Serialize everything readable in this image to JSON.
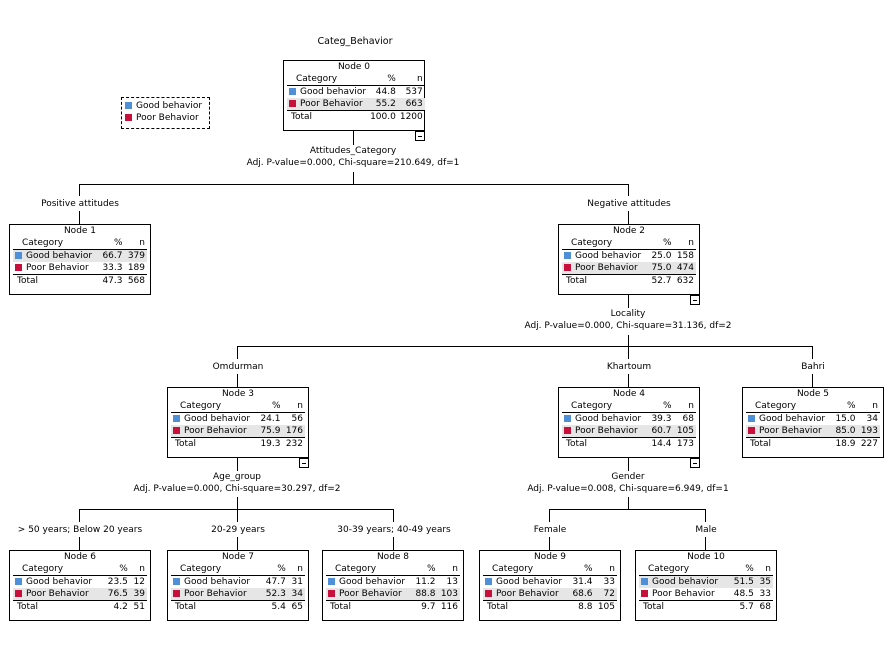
{
  "title": "Categ_Behavior",
  "colors": {
    "good": "#4f8fd8",
    "poor": "#c8103c"
  },
  "legend": [
    {
      "label": "Good behavior",
      "color": "#4f8fd8"
    },
    {
      "label": "Poor Behavior",
      "color": "#c8103c"
    }
  ],
  "headers": {
    "category": "Category",
    "pct": "%",
    "n": "n"
  },
  "nodes": [
    {
      "title": "Node 0",
      "good": {
        "label": "Good behavior",
        "pct": "44.8",
        "n": "537"
      },
      "poor": {
        "label": "Poor Behavior",
        "pct": "55.2",
        "n": "663"
      },
      "total": {
        "label": "Total",
        "pct": "100.0",
        "n": "1200"
      }
    },
    {
      "title": "Node 1",
      "good": {
        "label": "Good behavior",
        "pct": "66.7",
        "n": "379"
      },
      "poor": {
        "label": "Poor Behavior",
        "pct": "33.3",
        "n": "189"
      },
      "total": {
        "label": "Total",
        "pct": "47.3",
        "n": "568"
      }
    },
    {
      "title": "Node 2",
      "good": {
        "label": "Good behavior",
        "pct": "25.0",
        "n": "158"
      },
      "poor": {
        "label": "Poor Behavior",
        "pct": "75.0",
        "n": "474"
      },
      "total": {
        "label": "Total",
        "pct": "52.7",
        "n": "632"
      }
    },
    {
      "title": "Node 3",
      "good": {
        "label": "Good behavior",
        "pct": "24.1",
        "n": "56"
      },
      "poor": {
        "label": "Poor Behavior",
        "pct": "75.9",
        "n": "176"
      },
      "total": {
        "label": "Total",
        "pct": "19.3",
        "n": "232"
      }
    },
    {
      "title": "Node 4",
      "good": {
        "label": "Good behavior",
        "pct": "39.3",
        "n": "68"
      },
      "poor": {
        "label": "Poor Behavior",
        "pct": "60.7",
        "n": "105"
      },
      "total": {
        "label": "Total",
        "pct": "14.4",
        "n": "173"
      }
    },
    {
      "title": "Node 5",
      "good": {
        "label": "Good behavior",
        "pct": "15.0",
        "n": "34"
      },
      "poor": {
        "label": "Poor Behavior",
        "pct": "85.0",
        "n": "193"
      },
      "total": {
        "label": "Total",
        "pct": "18.9",
        "n": "227"
      }
    },
    {
      "title": "Node 6",
      "good": {
        "label": "Good behavior",
        "pct": "23.5",
        "n": "12"
      },
      "poor": {
        "label": "Poor Behavior",
        "pct": "76.5",
        "n": "39"
      },
      "total": {
        "label": "Total",
        "pct": "4.2",
        "n": "51"
      }
    },
    {
      "title": "Node 7",
      "good": {
        "label": "Good behavior",
        "pct": "47.7",
        "n": "31"
      },
      "poor": {
        "label": "Poor Behavior",
        "pct": "52.3",
        "n": "34"
      },
      "total": {
        "label": "Total",
        "pct": "5.4",
        "n": "65"
      }
    },
    {
      "title": "Node 8",
      "good": {
        "label": "Good behavior",
        "pct": "11.2",
        "n": "13"
      },
      "poor": {
        "label": "Poor Behavior",
        "pct": "88.8",
        "n": "103"
      },
      "total": {
        "label": "Total",
        "pct": "9.7",
        "n": "116"
      }
    },
    {
      "title": "Node 9",
      "good": {
        "label": "Good behavior",
        "pct": "31.4",
        "n": "33"
      },
      "poor": {
        "label": "Poor Behavior",
        "pct": "68.6",
        "n": "72"
      },
      "total": {
        "label": "Total",
        "pct": "8.8",
        "n": "105"
      }
    },
    {
      "title": "Node 10",
      "good": {
        "label": "Good behavior",
        "pct": "51.5",
        "n": "35"
      },
      "poor": {
        "label": "Poor Behavior",
        "pct": "48.5",
        "n": "33"
      },
      "total": {
        "label": "Total",
        "pct": "5.7",
        "n": "68"
      }
    }
  ],
  "splits": [
    {
      "variable": "Attitudes_Category",
      "stats": "Adj. P-value=0.000, Chi-square=210.649, df=1"
    },
    {
      "variable": "Locality",
      "stats": "Adj. P-value=0.000, Chi-square=31.136, df=2"
    },
    {
      "variable": "Age_group",
      "stats": "Adj. P-value=0.000, Chi-square=30.297, df=2"
    },
    {
      "variable": "Gender",
      "stats": "Adj. P-value=0.008, Chi-square=6.949, df=1"
    }
  ],
  "branches": [
    "Positive attitudes",
    "Negative attitudes",
    "Omdurman",
    "Khartoum",
    "Bahri",
    "> 50 years; Below 20 years",
    "20-29 years",
    "30-39 years; 40-49 years",
    "Female",
    "Male"
  ]
}
